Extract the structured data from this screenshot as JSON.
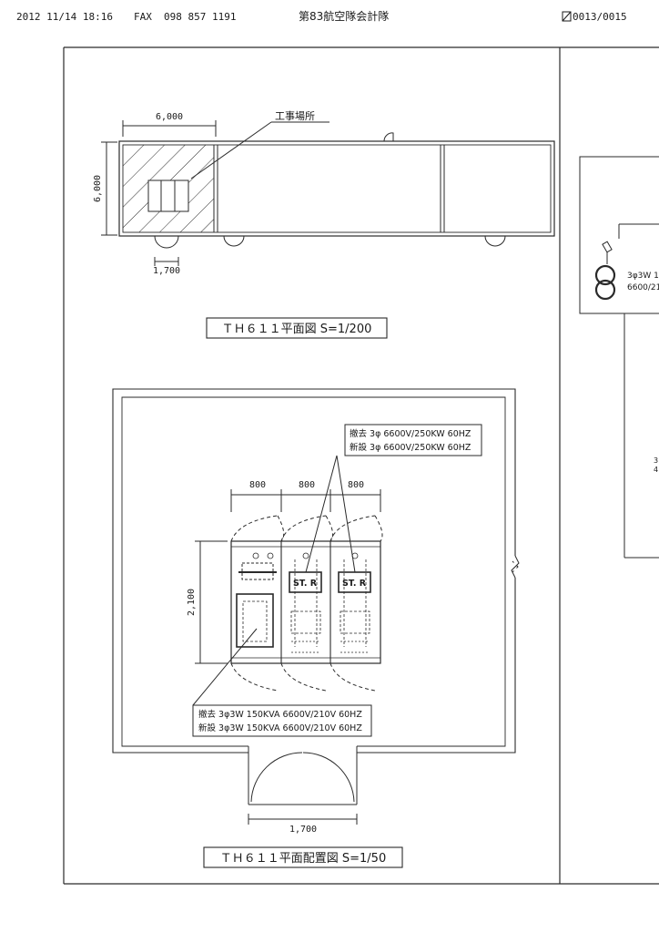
{
  "fax_header": {
    "datetime": "2012 11/14 18:16",
    "fax_label": "FAX",
    "fax_number": "098 857 1191",
    "sender": "第83航空隊会計隊",
    "page_counter": "0013/0015"
  },
  "floor_plan": {
    "width_dim": "6,000",
    "height_dim": "6,000",
    "door_dim": "1,700",
    "work_site_label": "工事場所",
    "title": "ＴＨ６１１平面図 S=1/200"
  },
  "layout_plan": {
    "dims_top": [
      "800",
      "800",
      "800"
    ],
    "dim_height": "2,100",
    "dim_door": "1,700",
    "starter_label": "ST. R",
    "transformer_note_remove": "撤去 3φ3W 150KVA 6600V/210V 60HZ",
    "transformer_note_new": "新設 3φ3W 150KVA 6600V/210V 60HZ",
    "motor_note_remove": "撤去 3φ 6600V/250KW 60HZ",
    "motor_note_new": "新設 3φ 6600V/250KW 60HZ",
    "title": "ＴＨ６１１平面配置図 S=1/50"
  },
  "side_diagram": {
    "transformer_spec_line1": "3φ3W 1",
    "transformer_spec_line2": "6600/21",
    "partial_text": "3",
    "partial_text2": "4"
  }
}
